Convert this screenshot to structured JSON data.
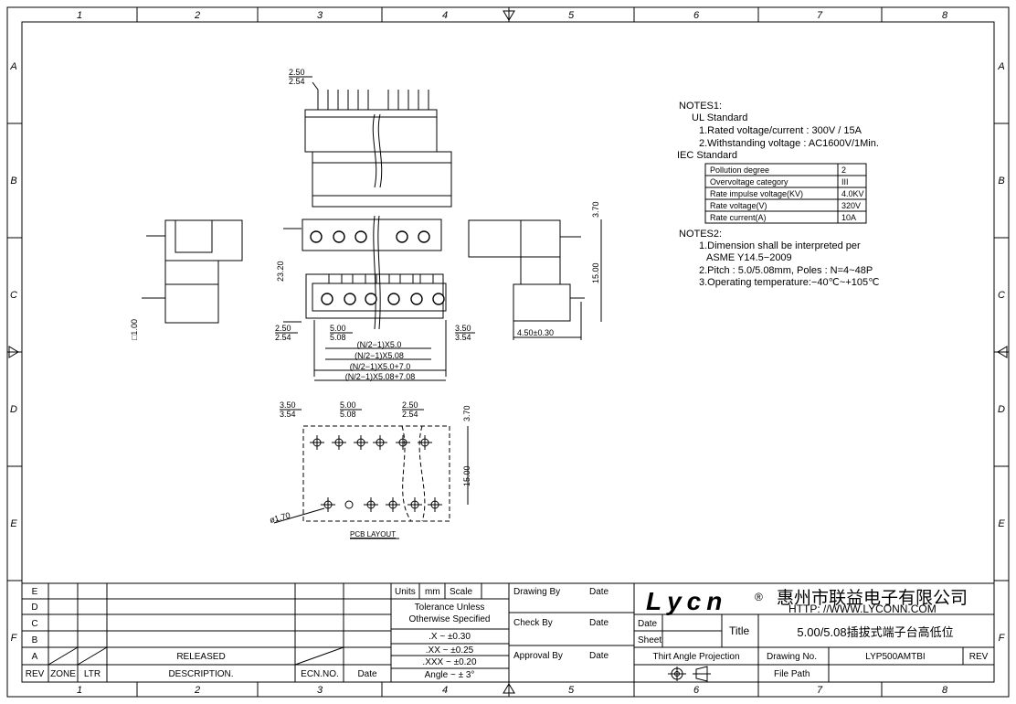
{
  "columns": [
    "1",
    "2",
    "3",
    "4",
    "5",
    "6",
    "7",
    "8"
  ],
  "rows": [
    "A",
    "B",
    "C",
    "D",
    "E",
    "F"
  ],
  "top_view": {
    "dim_pitch_a": "2.50",
    "dim_pitch_b": "2.54"
  },
  "front_view": {
    "dim_height": "23.20",
    "dim_top": "3.70",
    "dim_right": "15.00",
    "dim_left_a": "2.50",
    "dim_left_b": "2.54",
    "dim_pitch_a": "5.00",
    "dim_pitch_b": "5.08",
    "dim_right_a": "3.50",
    "dim_right_b": "3.54",
    "formula_1": "(N/2−1)X5.0",
    "formula_2": "(N/2−1)X5.08",
    "formula_3": "(N/2−1)X5.0+7.0",
    "formula_4": "(N/2−1)X5.08+7.08"
  },
  "left_side_view": {
    "dim_square": "□1.00"
  },
  "right_side_view": {
    "dim_offset": "4.50±0.30"
  },
  "pcb_layout": {
    "dim_left_a": "3.50",
    "dim_left_b": "3.54",
    "dim_pitch_a": "5.00",
    "dim_pitch_b": "5.08",
    "dim_right_a": "2.50",
    "dim_right_b": "2.54",
    "dim_top": "3.70",
    "dim_row": "15.00",
    "dim_hole": "ø1.70",
    "title": "PCB LAYOUT"
  },
  "notes": {
    "header1": "NOTES1:",
    "ul": "UL Standard",
    "ul_1": "1.Rated voltage/current : 300V / 15A",
    "ul_2": "2.Withstanding voltage : AC1600V/1Min.",
    "iec": "IEC Standard",
    "iec_table": [
      [
        "Pollution degree",
        "2"
      ],
      [
        "Overvoltage category",
        "III"
      ],
      [
        "Rate impulse voltage(KV)",
        "4.0KV"
      ],
      [
        "Rate voltage(V)",
        "320V"
      ],
      [
        "Rate current(A)",
        "10A"
      ]
    ],
    "header2": "NOTES2:",
    "n2_1a": "1.Dimension shall be interpreted per",
    "n2_1b": "ASME Y14.5−2009",
    "n2_2": "2.Pitch : 5.0/5.08mm, Poles : N=4~48P",
    "n2_3": "3.Operating temperature:−40℃~+105℃"
  },
  "rev_block": {
    "rows": [
      "E",
      "D",
      "C",
      "B",
      "A"
    ],
    "released": "RELEASED",
    "headers": [
      "REV",
      "ZONE",
      "LTR",
      "DESCRIPTION.",
      "ECN.NO.",
      "Date"
    ]
  },
  "tolerance": {
    "units": "Units",
    "mm": "mm",
    "scale": "Scale",
    "line1": "Tolerance Unless",
    "line2": "Otherwise Specified",
    "x": ".X  ~  ±0.30",
    "xx": ".XX  ~  ±0.25",
    "xxx": ".XXX  ~  ±0.20",
    "angle": "Angle  ~  ± 3°"
  },
  "signoff": {
    "drawing_by": "Drawing By",
    "check_by": "Check By",
    "approval_by": "Approval By",
    "date": "Date"
  },
  "company": {
    "logo": "Lycn",
    "registered": "®",
    "name_cn": "惠州市联益电子有限公司",
    "url": "HTTP: //WWW.LYCONN.COM"
  },
  "title_block": {
    "date": "Date",
    "sheet": "Sheet",
    "title_label": "Title",
    "title_value": "5.00/5.08插拔式端子台高低位",
    "projection": "Thirt Angle Projection",
    "drawing_no_label": "Drawing No.",
    "drawing_no": "LYP500AMTBI",
    "rev": "REV",
    "file_path": "File Path"
  }
}
